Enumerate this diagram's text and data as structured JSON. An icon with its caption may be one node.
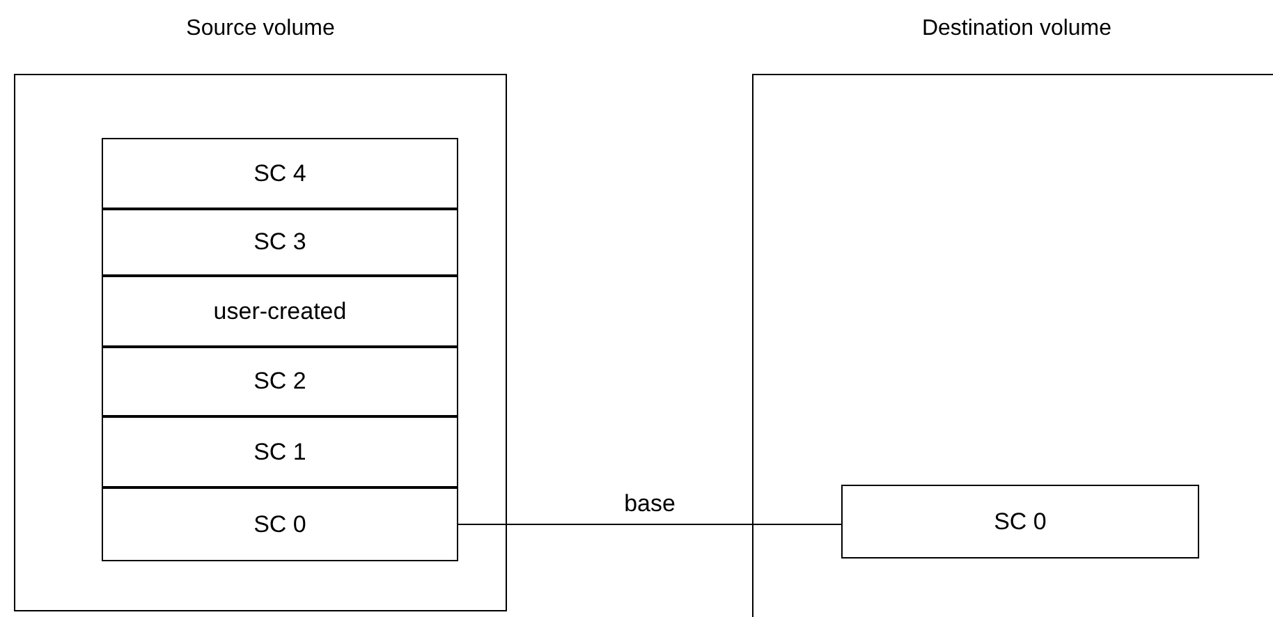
{
  "diagram": {
    "nodes": [
      {
        "text": [
          "Source volume"
        ]
      },
      {
        "text": [
          "SC 4"
        ],
        "in": 0
      },
      {
        "text": [
          "SC 3"
        ],
        "in": 0
      },
      {
        "text": [
          "user-created"
        ],
        "in": 0
      },
      {
        "text": [
          "SC 2"
        ],
        "in": 0
      },
      {
        "text": [
          "SC 1"
        ],
        "in": 0
      },
      {
        "text": [
          "SC 0"
        ],
        "in": 0
      },
      {
        "text": [
          "Destination volume"
        ]
      },
      {
        "text": [
          "SC 0"
        ],
        "in": 7
      }
    ],
    "edges": [
      {
        "from": 6,
        "to": 8,
        "arrow": "none",
        "label": "base"
      }
    ]
  }
}
